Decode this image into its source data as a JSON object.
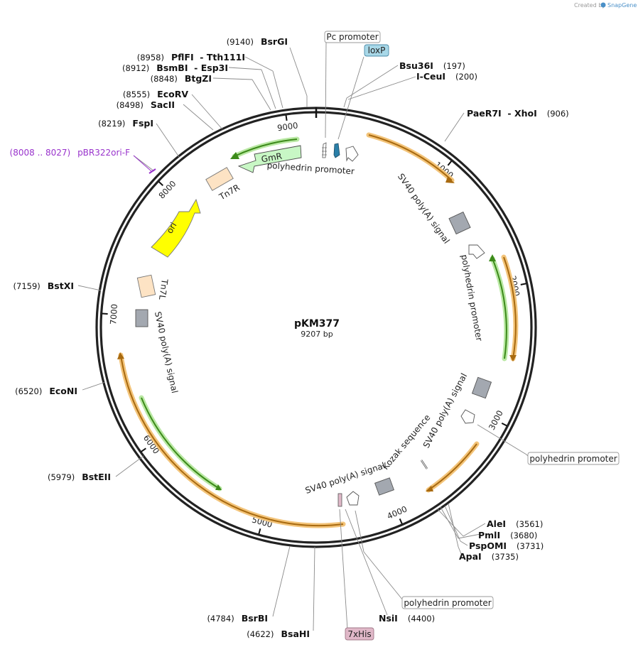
{
  "plasmid": {
    "name": "pKM377",
    "length_text": "9207 bp"
  },
  "watermark": {
    "created_by": "Created by",
    "brand": "SnapGene",
    "brand_color": "#4a90c8"
  },
  "ticks": [
    {
      "label": "1000",
      "pos": 1000
    },
    {
      "label": "2000",
      "pos": 2000
    },
    {
      "label": "3000",
      "pos": 3000
    },
    {
      "label": "4000",
      "pos": 4000
    },
    {
      "label": "5000",
      "pos": 5000
    },
    {
      "label": "6000",
      "pos": 6000
    },
    {
      "label": "7000",
      "pos": 7000
    },
    {
      "label": "8000",
      "pos": 8000
    },
    {
      "label": "9000",
      "pos": 9000
    }
  ],
  "sites_right": [
    {
      "id": "bsu36i",
      "name": "Bsu36I",
      "pos_text": "(197)"
    },
    {
      "id": "iceui",
      "name": "I-CeuI",
      "pos_text": "(200)"
    },
    {
      "id": "paer7i",
      "name": "PaeR7I  - XhoI",
      "pos_text": "(906)"
    },
    {
      "id": "alei",
      "name": "AleI",
      "pos_text": "(3561)"
    },
    {
      "id": "pmli",
      "name": "PmlI",
      "pos_text": "(3680)"
    },
    {
      "id": "pspomi",
      "name": "PspOMI",
      "pos_text": "(3731)"
    },
    {
      "id": "apai",
      "name": "ApaI",
      "pos_text": "(3735)"
    },
    {
      "id": "nsii",
      "name": "NsiI",
      "pos_text": "(4400)"
    }
  ],
  "sites_left": [
    {
      "id": "bsrgi",
      "name": "BsrGI",
      "pos_text": "(9140)"
    },
    {
      "id": "pflfi",
      "name": "PflFI  - Tth111I",
      "pos_text": "(8958)"
    },
    {
      "id": "bsmbi",
      "name": "BsmBI  - Esp3I",
      "pos_text": "(8912)"
    },
    {
      "id": "btgzi",
      "name": "BtgZI",
      "pos_text": "(8848)"
    },
    {
      "id": "ecorv",
      "name": "EcoRV",
      "pos_text": "(8555)"
    },
    {
      "id": "sacii",
      "name": "SacII",
      "pos_text": "(8498)"
    },
    {
      "id": "fspi",
      "name": "FspI",
      "pos_text": "(8219)"
    },
    {
      "id": "bstxi",
      "name": "BstXI",
      "pos_text": "(7159)"
    },
    {
      "id": "econi",
      "name": "EcoNI",
      "pos_text": "(6520)"
    },
    {
      "id": "bsteii",
      "name": "BstEII",
      "pos_text": "(5979)"
    },
    {
      "id": "bsrbi",
      "name": "BsrBI",
      "pos_text": "(4784)"
    },
    {
      "id": "bsahi",
      "name": "BsaHI",
      "pos_text": "(4622)"
    }
  ],
  "primer": {
    "name": "pBR322ori-F",
    "pos_text": "(8008 .. 8027)",
    "color": "#9933cc"
  },
  "boxed_labels": {
    "pc_promoter": "Pc promoter",
    "loxp": "loxP",
    "polyhedrin_right": "polyhedrin promoter",
    "polyhedrin_bottom": "polyhedrin promoter",
    "his_tag": "7xHis"
  },
  "feature_labels": {
    "gmr": "GmR",
    "polyhedrin_top": "polyhedrin promoter",
    "tn7r": "Tn7R",
    "ori": "ori",
    "tn7l": "Tn7L",
    "sv40_left": "SV40 poly(A) signal",
    "sv40_upper_right": "SV40 poly(A) signal",
    "polyhedrin_right_inner": "polyhedrin promoter",
    "sv40_mid_right": "SV40 poly(A) signal",
    "kozak": "Kozak sequence",
    "sv40_bottom": "SV40 poly(A) signal"
  },
  "colors": {
    "backbone": "#222222",
    "orf": "#e9a23b",
    "orf_dark": "#a86a10",
    "green_orf": "#5aa52a",
    "gmr_fill": "#c8f7c5",
    "ori_fill": "#ffff00",
    "tn7_fill": "#fde3c4",
    "polya_fill": "#a3a8b0",
    "loxp_fill": "#2a7fa8",
    "his_fill": "#e0b8c8"
  }
}
